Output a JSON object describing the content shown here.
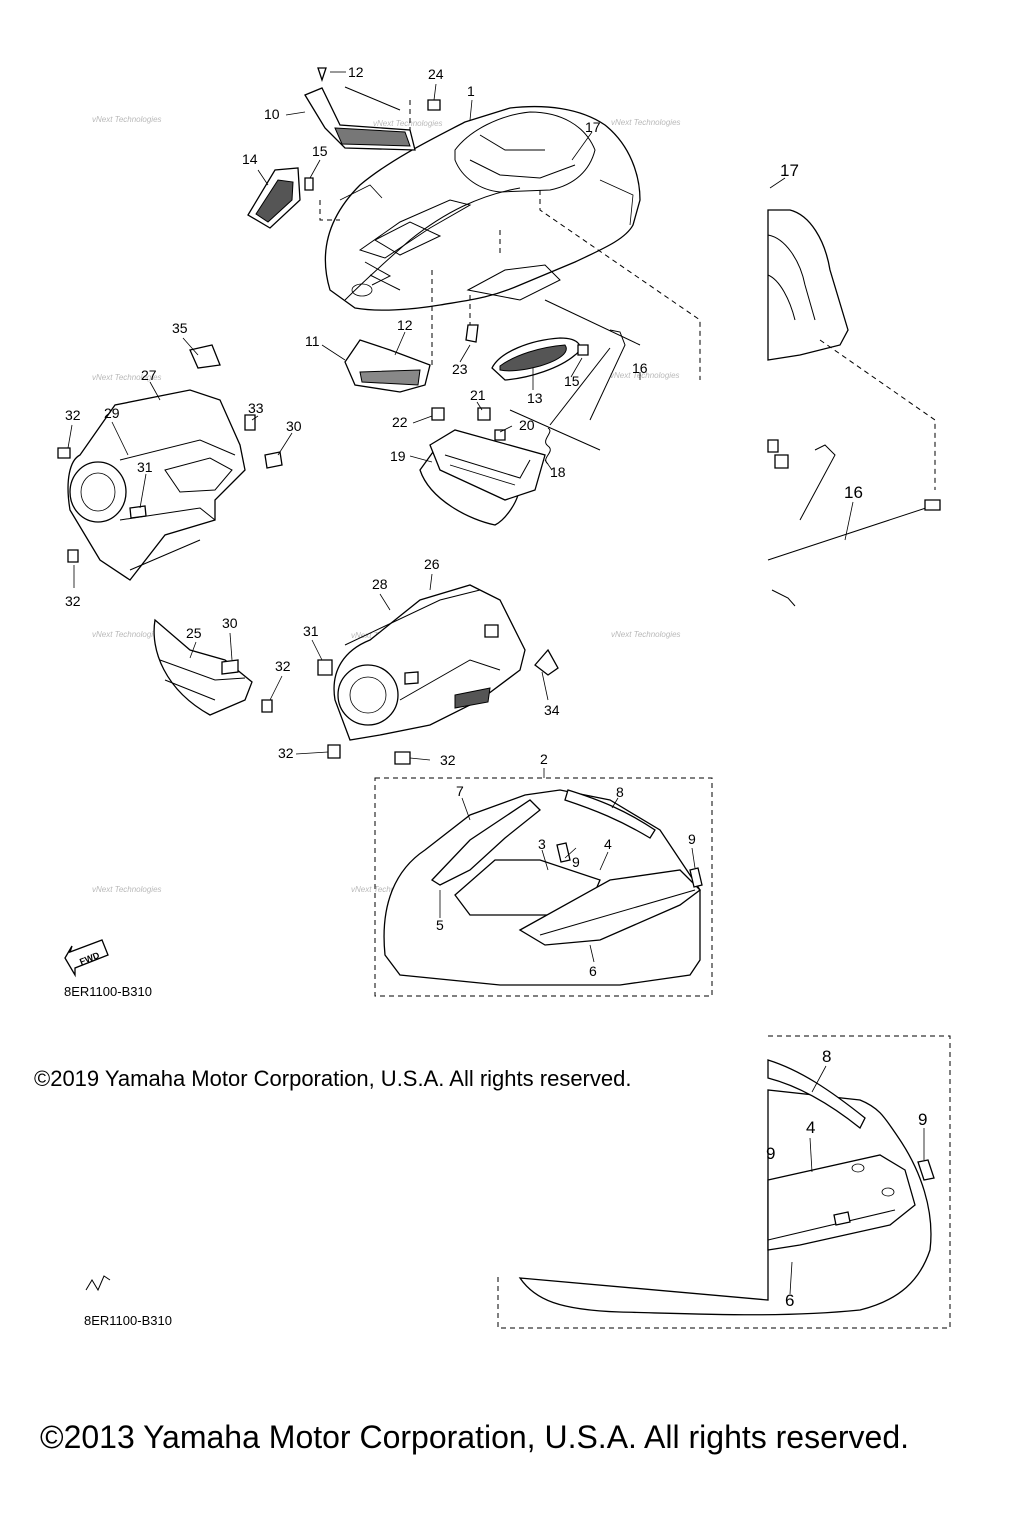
{
  "callouts": {
    "c1": "1",
    "c2": "2",
    "c3": "3",
    "c4": "4",
    "c5": "5",
    "c6": "6",
    "c7": "7",
    "c8": "8",
    "c9": "9",
    "c10": "10",
    "c11": "11",
    "c12": "12",
    "c13": "13",
    "c14": "14",
    "c15": "15",
    "c16": "16",
    "c17": "17",
    "c18": "18",
    "c19": "19",
    "c20": "20",
    "c21": "21",
    "c22": "22",
    "c23": "23",
    "c24": "24",
    "c25": "25",
    "c26": "26",
    "c27": "27",
    "c28": "28",
    "c29": "29",
    "c30": "30",
    "c31": "31",
    "c32": "32",
    "c33": "33",
    "c34": "34",
    "c35": "35"
  },
  "fwd_label": "FWD",
  "ref_code": "8ER1100-B310",
  "watermark": "vNext Technologies",
  "copyright_top": "©2019 Yamaha Motor Corporation, U.S.A. All rights reserved.",
  "copyright_bottom": "©2013 Yamaha Motor Corporation, U.S.A. All rights reserved."
}
